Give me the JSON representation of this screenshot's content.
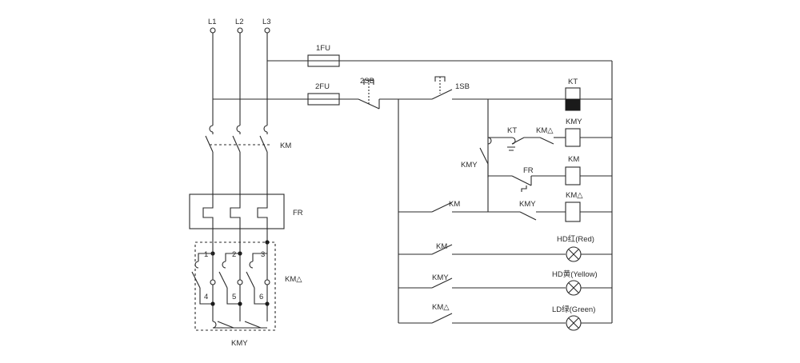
{
  "labels": {
    "l1": "L1",
    "l2": "L2",
    "l3": "L3",
    "fu1": "1FU",
    "fu2": "2FU",
    "sb2": "2SB",
    "sb1": "1SB",
    "kt_coil": "KT",
    "km_main": "KM",
    "fr_main": "FR",
    "km_delta_main": "KM△",
    "kmy_main": "KMY",
    "kt_contact": "KT",
    "km_delta_interlock": "KM△",
    "kmy_coil": "KMY",
    "kmy_contact": "KMY",
    "fr_contact": "FR",
    "km_coil": "KM",
    "km_delta_coil": "KM△",
    "km_hold": "KM",
    "kmy_interlock": "KMY",
    "km_lamp": "KM",
    "kmy_lamp": "KMY",
    "km_delta_lamp": "KM△",
    "hd_red": "HD红(Red)",
    "hd_yellow": "HD黄(Yellow)",
    "ld_green": "LD绿(Green)",
    "term1": "1",
    "term2": "2",
    "term3": "3",
    "term4": "4",
    "term5": "5",
    "term6": "6"
  }
}
